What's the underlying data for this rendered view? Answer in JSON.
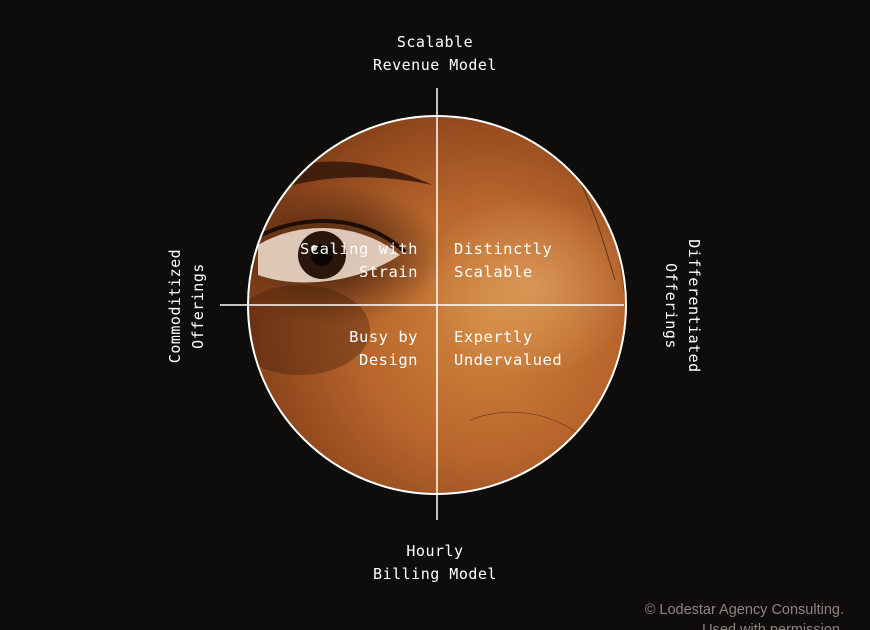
{
  "diagram": {
    "axes": {
      "top": [
        "Scalable",
        "Revenue Model"
      ],
      "bottom": [
        "Hourly",
        "Billing Model"
      ],
      "left": [
        "Commoditized",
        "Offerings"
      ],
      "right": [
        "Differentiated",
        "Offerings"
      ]
    },
    "quadrants": {
      "top_left": [
        "Scaling with",
        "Strain"
      ],
      "top_right": [
        "Distinctly",
        "Scalable"
      ],
      "bottom_left": [
        "Busy by",
        "Design"
      ],
      "bottom_right": [
        "Expertly",
        "Undervalued"
      ]
    }
  },
  "footer": {
    "copyright": "© Lodestar Agency Consulting.",
    "note": "Used with permission."
  },
  "colors": {
    "background": "#0f0d0b",
    "circle_fill": "#b8632a",
    "circle_stroke": "#ffffff",
    "axis_line": "#ffffff",
    "text": "#ffffff",
    "footer_text": "#8a8580"
  }
}
